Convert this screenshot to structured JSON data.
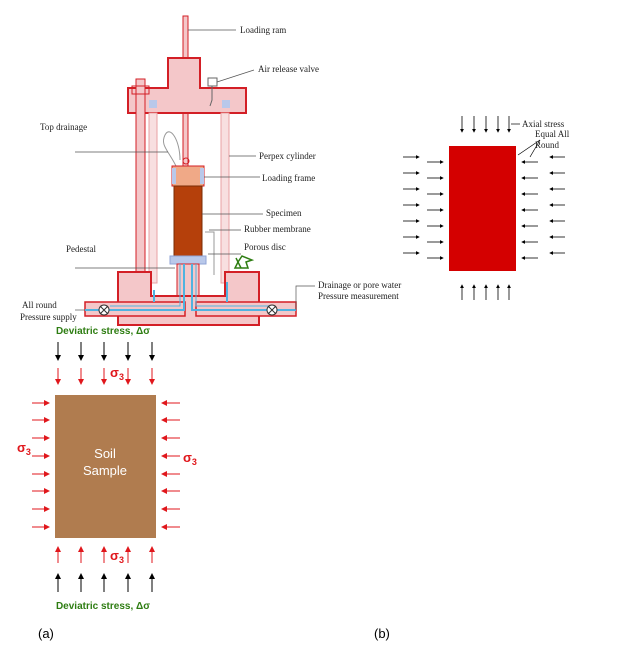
{
  "apparatus": {
    "loading_ram": "Loading ram",
    "air_release_valve": "Air release valve",
    "top_drainage": "Top drainage",
    "perspex_cylinder": "Perpex cylinder",
    "loading_frame": "Loading frame",
    "specimen": "Specimen",
    "rubber_membrane": "Rubber membrane",
    "porous_disc": "Porous disc",
    "pedestal": "Pedestal",
    "drainage_line1": "Drainage or pore water",
    "drainage_line2": "Pressure measurement",
    "all_round_line1": "All round",
    "all_round_line2": "Pressure supply"
  },
  "soil_sample": {
    "deviatric_top": "Deviatric stress, Δσ",
    "deviatric_bottom": "Deviatric stress, Δσ",
    "sigma": "σ",
    "sub": "3",
    "sample_line1": "Soil",
    "sample_line2": "Sample"
  },
  "stress_block": {
    "axial_stress": "Axial stress",
    "equal_line1": "Equal All",
    "equal_line2": "Round"
  },
  "panel_labels": {
    "a": "(a)",
    "b": "(b)"
  },
  "colors": {
    "frame_red": "#d31f26",
    "frame_fill": "#f4c7c9",
    "specimen": "#b5400b",
    "soil_brown": "#b07c4f",
    "stress_block": "#d40000",
    "green_text": "#2e7d12",
    "sigma_red": "#e0171c",
    "pipe_blue": "#4fb3e0"
  }
}
